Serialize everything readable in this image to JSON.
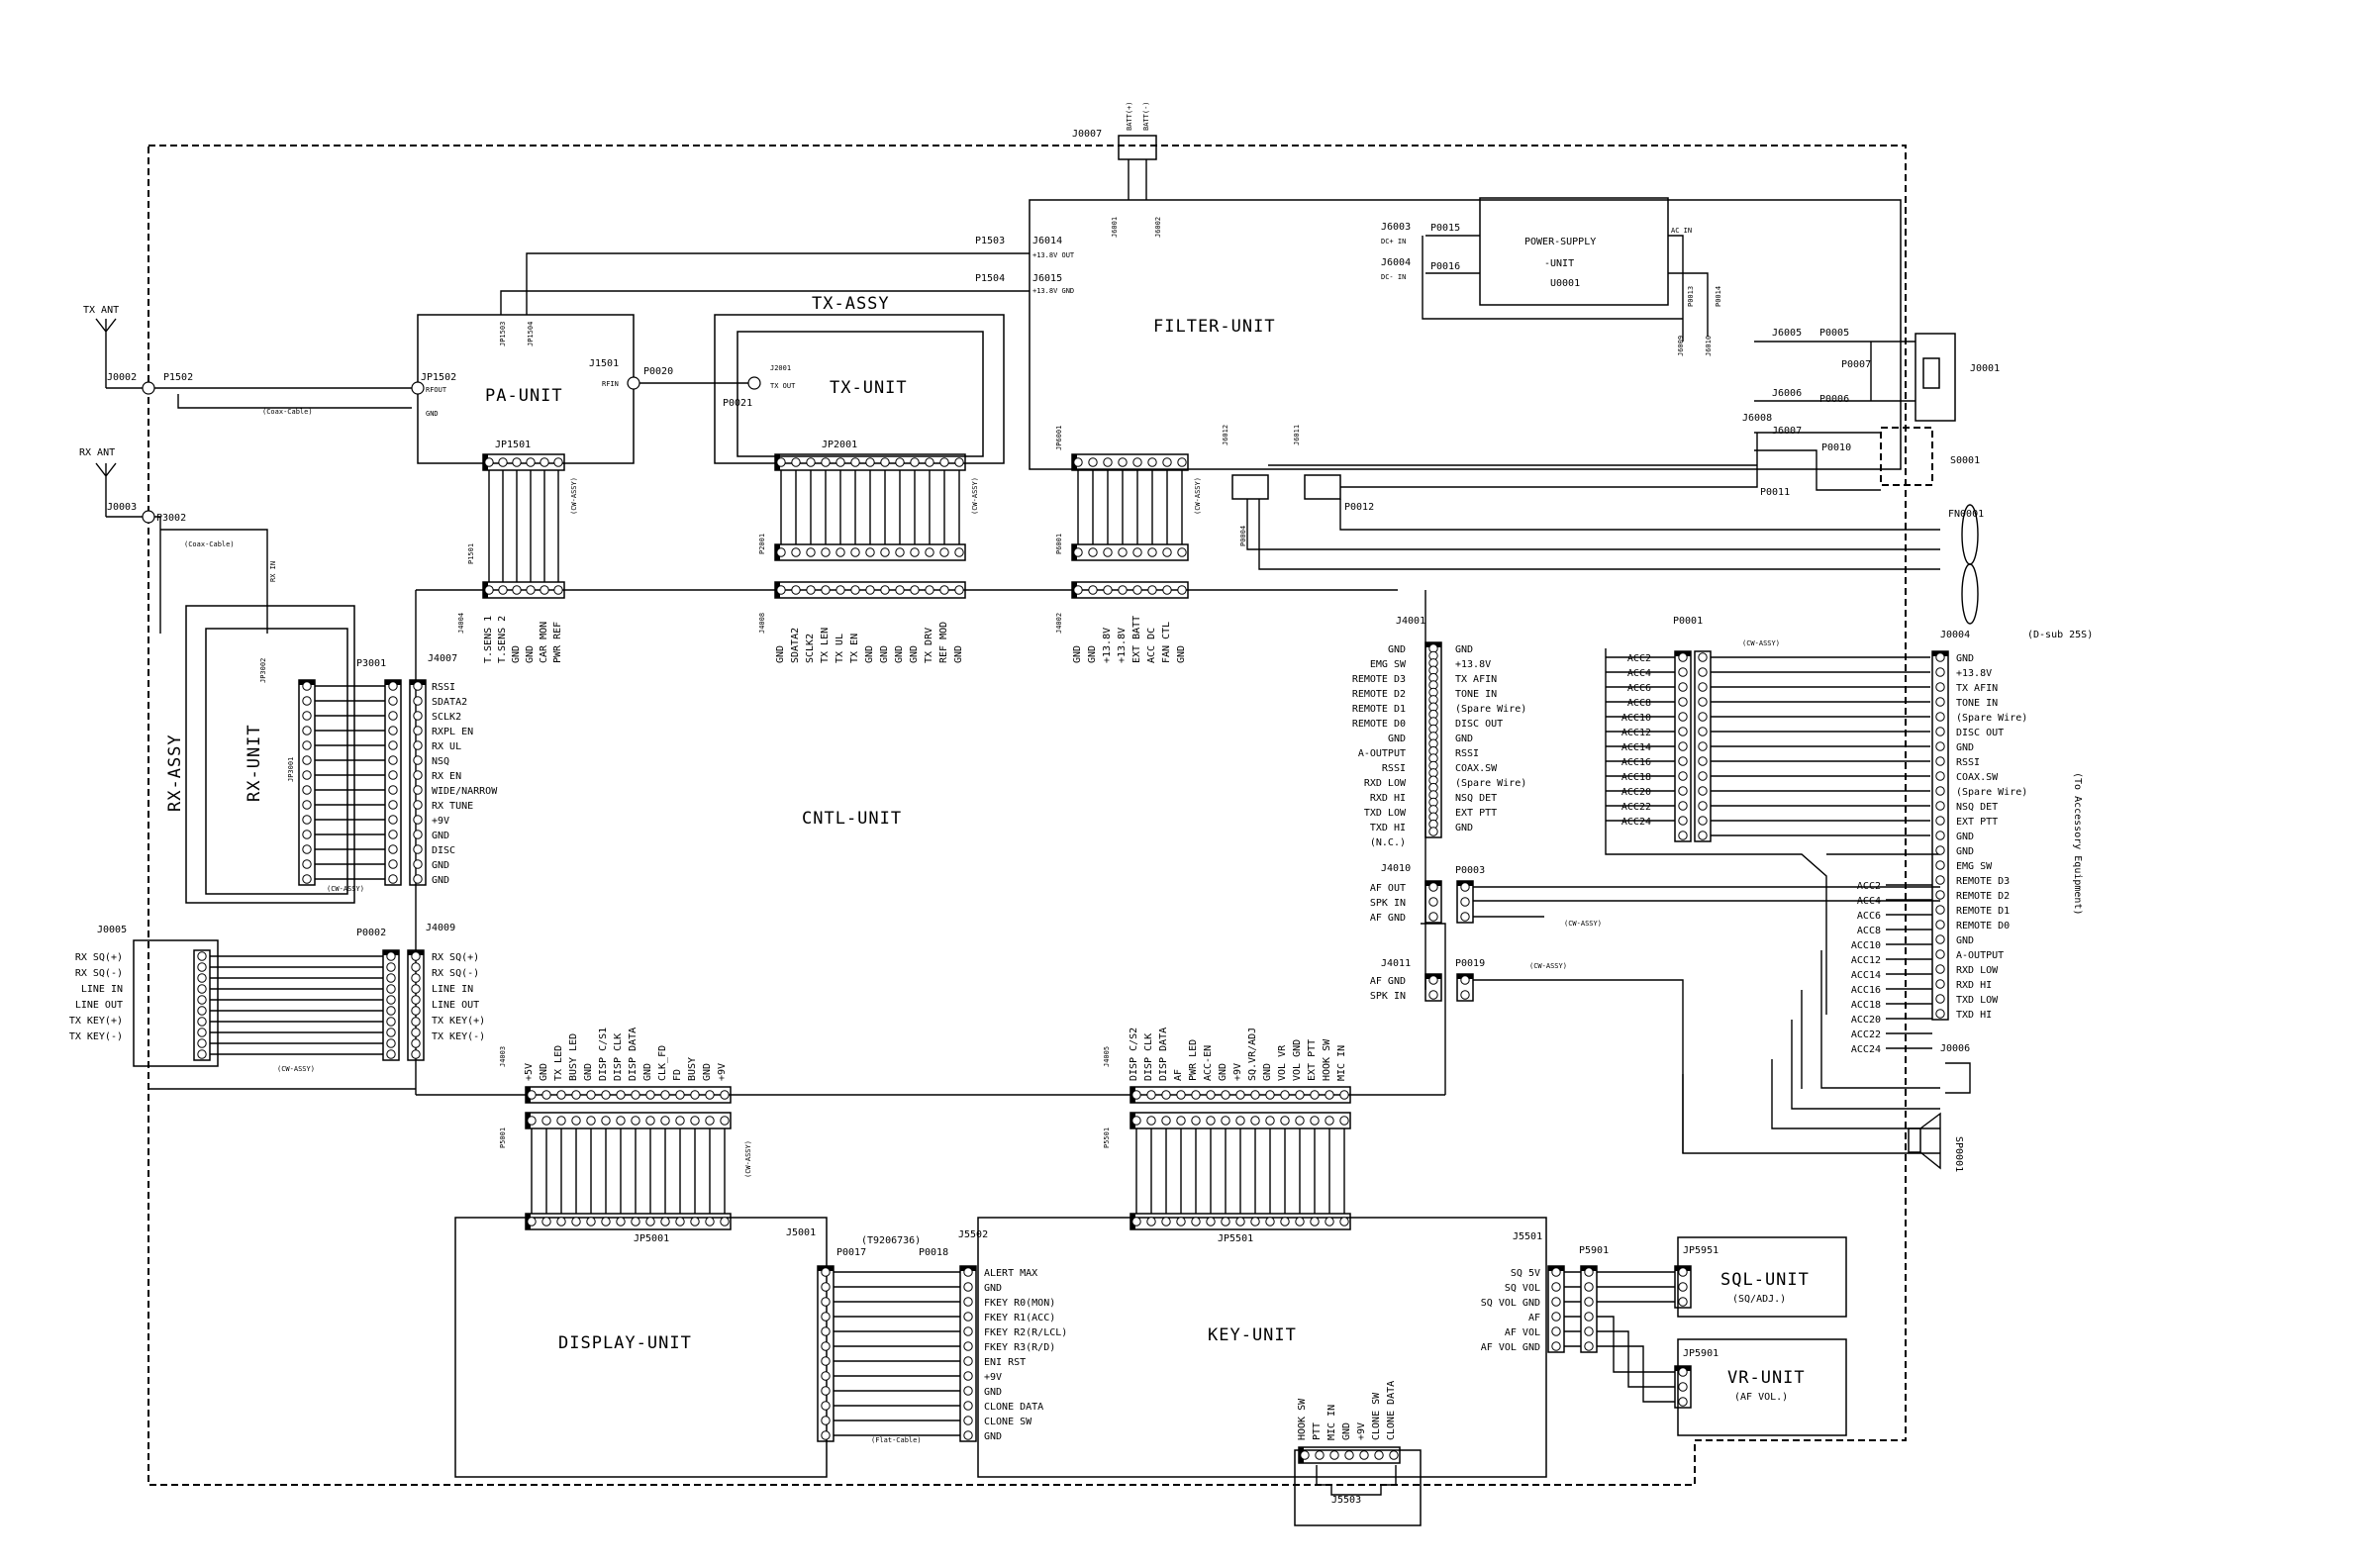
{
  "units": {
    "pa": "PA-UNIT",
    "tx_assy": "TX-ASSY",
    "tx": "TX-UNIT",
    "filter": "FILTER-UNIT",
    "power_supply_1": "POWER-SUPPLY",
    "power_supply_2": "-UNIT",
    "power_supply_ref": "U0001",
    "rx_assy": "RX-ASSY",
    "rx": "RX-UNIT",
    "cntl": "CNTL-UNIT",
    "display": "DISPLAY-UNIT",
    "key": "KEY-UNIT",
    "sql": "SQL-UNIT",
    "sql_sub": "(SQ/ADJ.)",
    "vr": "VR-UNIT",
    "vr_sub": "(AF VOL.)",
    "accessory": "(To Accessory Equipment)"
  },
  "antennas": {
    "tx": "TX ANT",
    "rx": "RX ANT"
  },
  "refs": {
    "J0002": "J0002",
    "P1502": "P1502",
    "JP1502": "JP1502",
    "J0003": "J0003",
    "P3002": "P3002",
    "J1501": "J1501",
    "P0020": "P0020",
    "J2001": "J2001",
    "P0021": "P0021",
    "JP1503": "JP1503",
    "JP1504": "JP1504",
    "P1503": "P1503",
    "P1504": "P1504",
    "J6014": "J6014",
    "J6015": "J6015",
    "J0007": "J0007",
    "J6001": "J6001",
    "J6002": "J6002",
    "J6003": "J6003",
    "J6004": "J6004",
    "P0015": "P0015",
    "P0016": "P0016",
    "J6009": "J6009",
    "J6010": "J6010",
    "P0013": "P0013",
    "P0014": "P0014",
    "J6005": "J6005",
    "J6006": "J6006",
    "P0005": "P0005",
    "P0006": "P0006",
    "P0007": "P0007",
    "J0001": "J0001",
    "J6007": "J6007",
    "J6008": "J6008",
    "P0010": "P0010",
    "P0011": "P0011",
    "S0001": "S0001",
    "J6012": "J6012",
    "J6011": "J6011",
    "P0004": "P0004",
    "P0012": "P0012",
    "FN0001": "FN0001",
    "JP1501": "JP1501",
    "P1501": "P1501",
    "J4004": "J4004",
    "JP2001": "JP2001",
    "P2001": "P2001",
    "J4008": "J4008",
    "JP6001": "JP6001",
    "P6001": "P6001",
    "J4002": "J4002",
    "J4001": "J4001",
    "P0001": "P0001",
    "J0004": "J0004",
    "J0004_sub": "(D-sub 25S)",
    "JP3001": "JP3001",
    "JP3002": "JP3002",
    "P3001": "P3001",
    "J4007": "J4007",
    "J0005": "J0005",
    "P0002": "P0002",
    "J4009": "J4009",
    "J4010": "J4010",
    "P0003": "P0003",
    "J4011": "J4011",
    "P0019": "P0019",
    "J0006": "J0006",
    "SP0001": "SP0001",
    "J4003": "J4003",
    "P5001": "P5001",
    "JP5001": "JP5001",
    "J4005": "J4005",
    "P5501": "P5501",
    "JP5501": "JP5501",
    "J5001": "J5001",
    "P0017": "P0017",
    "P0018": "P0018",
    "J5502": "J5502",
    "J5501": "J5501",
    "P5901": "P5901",
    "JP5951": "JP5951",
    "JP5901": "JP5901",
    "J5503": "J5503",
    "T9206736": "(T9206736)",
    "coax1": "(Coax-Cable)",
    "coax2": "(Coax-Cable)",
    "rxin": "RX IN",
    "cw": "(CW-ASSY)",
    "flat": "(Flat-Cable)"
  },
  "pins": {
    "pa_out": "RFOUT",
    "pa_gnd": "GND",
    "pa_in": "RFIN",
    "tx_out": "TX OUT",
    "ps_dc_in1": "DC+ IN",
    "ps_dc_in2": "DC- IN",
    "ps_ac_in": "AC IN",
    "batt_pos": "BATT(+)",
    "batt_neg": "BATT(-)",
    "out138": "+13.8V OUT",
    "gnd138": "+13.8V GND"
  },
  "j4004_labels": [
    "T.SENS 1",
    "T.SENS 2",
    "GND",
    "GND",
    "CAR MON",
    "PWR REF"
  ],
  "j4008_labels": [
    "GND",
    "SDATA2",
    "SCLK2",
    "TX LEN",
    "TX UL",
    "TX EN",
    "GND",
    "GND",
    "GND",
    "GND",
    "TX DRV",
    "REF MOD",
    "GND"
  ],
  "j4002_labels": [
    "GND",
    "GND",
    "+13.8V",
    "+13.8V",
    "EXT BATT",
    "ACC DC",
    "FAN CTL",
    "GND"
  ],
  "j4007_labels": [
    "RSSI",
    "SDATA2",
    "SCLK2",
    "RXPL EN",
    "RX UL",
    "NSQ",
    "RX EN",
    "WIDE/NARROW",
    "RX TUNE",
    "+9V",
    "GND",
    "DISC",
    "GND",
    "GND"
  ],
  "j4001_left": [
    "GND",
    "EMG SW",
    "REMOTE D3",
    "REMOTE D2",
    "REMOTE D1",
    "REMOTE D0",
    "GND",
    "A-OUTPUT",
    "RSSI",
    "RXD LOW",
    "RXD HI",
    "TXD LOW",
    "TXD HI",
    "(N.C.)"
  ],
  "j4001_right": [
    "GND",
    "+13.8V",
    "TX AFIN",
    "TONE IN",
    "(Spare Wire)",
    "DISC OUT",
    "GND",
    "RSSI",
    "COAX.SW",
    "(Spare Wire)",
    "NSQ DET",
    "EXT PTT",
    "GND"
  ],
  "acc_labels": [
    "ACC2",
    "ACC4",
    "ACC6",
    "ACC8",
    "ACC10",
    "ACC12",
    "ACC14",
    "ACC16",
    "ACC18",
    "ACC20",
    "ACC22",
    "ACC24"
  ],
  "j0004_labels": [
    "GND",
    "+13.8V",
    "TX AFIN",
    "TONE IN",
    "(Spare Wire)",
    "DISC OUT",
    "GND",
    "RSSI",
    "COAX.SW",
    "(Spare Wire)",
    "NSQ DET",
    "EXT PTT",
    "GND",
    "GND",
    "EMG SW",
    "REMOTE D3",
    "REMOTE D2",
    "REMOTE D1",
    "REMOTE D0",
    "GND",
    "A-OUTPUT",
    "RXD LOW",
    "RXD HI",
    "TXD LOW",
    "TXD HI"
  ],
  "j0005_labels": [
    "RX SQ(+)",
    "RX SQ(-)",
    "LINE IN",
    "LINE OUT",
    "TX KEY(+)",
    "TX KEY(-)"
  ],
  "j4009_labels": [
    "RX SQ(+)",
    "RX SQ(-)",
    "LINE IN",
    "LINE OUT",
    "TX KEY(+)",
    "TX KEY(-)"
  ],
  "j4010_labels": [
    "AF OUT",
    "SPK IN",
    "AF GND"
  ],
  "j4011_labels": [
    "AF GND",
    "SPK IN"
  ],
  "j4003_labels": [
    "+5V",
    "GND",
    "TX LED",
    "BUSY LED",
    "GND",
    "DISP C/S1",
    "DISP CLK",
    "DISP DATA",
    "GND",
    "CLK_FD",
    "FD",
    "BUSY",
    "GND",
    "+9V"
  ],
  "j4005_labels": [
    "DISP C/S2",
    "DISP CLK",
    "DISP DATA",
    "AF",
    "PWR LED",
    "ACC-EN",
    "GND",
    "+9V",
    "SQ.VR/ADJ",
    "GND",
    "VOL VR",
    "VOL GND",
    "EXT PTT",
    "HOOK SW",
    "MIC IN"
  ],
  "j5502_labels": [
    "ALERT MAX",
    "GND",
    "FKEY R0(MON)",
    "FKEY R1(ACC)",
    "FKEY R2(R/LCL)",
    "FKEY R3(R/D)",
    "ENI RST",
    "+9V",
    "GND",
    "CLONE DATA",
    "CLONE SW",
    "GND"
  ],
  "j5501_labels": [
    "SQ 5V",
    "SQ VOL",
    "SQ VOL GND",
    "AF",
    "AF VOL",
    "AF VOL GND"
  ],
  "j5503_labels": [
    "HOOK SW",
    "PTT",
    "MIC IN",
    "GND",
    "+9V",
    "CLONE SW",
    "CLONE DATA"
  ]
}
